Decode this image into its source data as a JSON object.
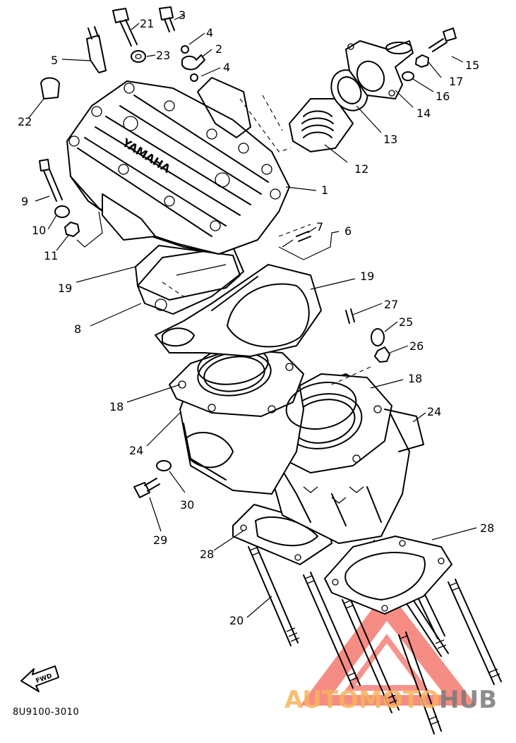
{
  "diagram": {
    "drawing_code": "8U9100-3010",
    "direction_marker": "FWD",
    "head_brand_text": "YAMAHA",
    "watermark": {
      "part1": "AUTOMOTO",
      "part2": "HUB",
      "color1": "#f7b35c",
      "color2": "#7a7a7a",
      "triangle_color": "#ef4c3f"
    },
    "callouts": [
      {
        "id": "c1",
        "number": "1"
      },
      {
        "id": "c2",
        "number": "2"
      },
      {
        "id": "c3",
        "number": "3"
      },
      {
        "id": "c4a",
        "number": "4"
      },
      {
        "id": "c4b",
        "number": "4"
      },
      {
        "id": "c5",
        "number": "5"
      },
      {
        "id": "c6",
        "number": "6"
      },
      {
        "id": "c7",
        "number": "7"
      },
      {
        "id": "c8",
        "number": "8"
      },
      {
        "id": "c9",
        "number": "9"
      },
      {
        "id": "c10",
        "number": "10"
      },
      {
        "id": "c11",
        "number": "11"
      },
      {
        "id": "c12",
        "number": "12"
      },
      {
        "id": "c13",
        "number": "13"
      },
      {
        "id": "c14",
        "number": "14"
      },
      {
        "id": "c15",
        "number": "15"
      },
      {
        "id": "c16",
        "number": "16"
      },
      {
        "id": "c17",
        "number": "17"
      },
      {
        "id": "c18a",
        "number": "18"
      },
      {
        "id": "c18b",
        "number": "18"
      },
      {
        "id": "c19a",
        "number": "19"
      },
      {
        "id": "c19b",
        "number": "19"
      },
      {
        "id": "c20",
        "number": "20"
      },
      {
        "id": "c21",
        "number": "21"
      },
      {
        "id": "c22",
        "number": "22"
      },
      {
        "id": "c23",
        "number": "23"
      },
      {
        "id": "c24a",
        "number": "24"
      },
      {
        "id": "c24b",
        "number": "24"
      },
      {
        "id": "c25",
        "number": "25"
      },
      {
        "id": "c26",
        "number": "26"
      },
      {
        "id": "c27",
        "number": "27"
      },
      {
        "id": "c28a",
        "number": "28"
      },
      {
        "id": "c28b",
        "number": "28"
      },
      {
        "id": "c29",
        "number": "29"
      },
      {
        "id": "c30",
        "number": "30"
      }
    ]
  }
}
